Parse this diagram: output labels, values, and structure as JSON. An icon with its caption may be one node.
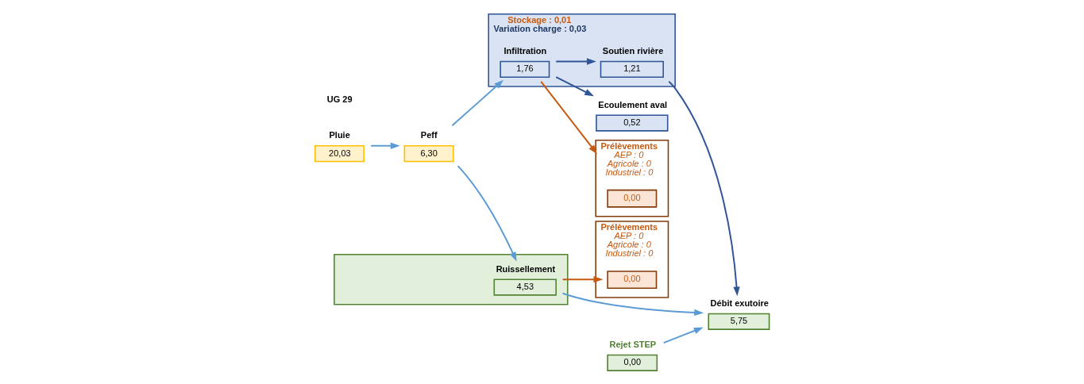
{
  "diagram": {
    "nodes": [
      {
        "text": [
          "Pluie",
          "20,03"
        ]
      },
      {
        "text": [
          "Peff",
          "6,30"
        ]
      },
      {
        "text": [
          "Rejet STEP",
          "0,00"
        ]
      },
      {
        "text": [
          "Prélèvements",
          "AEP : 0",
          "Agricole : 0",
          "Industriel : 0"
        ]
      },
      {
        "text": [
          "0,00"
        ],
        "in": 3
      },
      {
        "text": [],
        "shape": "box"
      },
      {
        "text": [
          "Ruissellement",
          "4,53"
        ],
        "in": 5
      },
      {
        "text": [
          "Débit exutoire",
          "5,75"
        ]
      },
      {
        "text": [
          "Stockage : 0,01",
          "Variation charge : 0,03"
        ]
      },
      {
        "text": [
          "Infiltration",
          "1,76"
        ],
        "in": 8
      },
      {
        "text": [
          "Soutien rivière",
          "1,21"
        ],
        "in": 8
      },
      {
        "text": [
          "Ecoulement aval",
          "0,52"
        ]
      },
      {
        "text": [
          "Prélèvements",
          "AEP : 0",
          "Agricole : 0",
          "Industriel : 0"
        ]
      },
      {
        "text": [
          "0,00"
        ],
        "in": 12
      }
    ],
    "edges": [
      {
        "from": 0,
        "to": 1,
        "arrow": "to"
      },
      {
        "from": 1,
        "to": 6,
        "arrow": "to"
      },
      {
        "from": 1,
        "to": 9,
        "arrow": "to"
      },
      {
        "from": 2,
        "to": 7,
        "arrow": "to"
      },
      {
        "from": 6,
        "to": 7,
        "arrow": "to"
      },
      {
        "from": 6,
        "to": 4,
        "arrow": "to",
        "color": "#c55a11"
      },
      {
        "from": 9,
        "to": 11,
        "arrow": "to",
        "color": "#2f5597"
      },
      {
        "from": 9,
        "to": 10,
        "arrow": "to",
        "color": "#2f5597"
      },
      {
        "from": 10,
        "to": 7,
        "arrow": "to",
        "color": "#2f5597"
      },
      {
        "from": 9,
        "to": 12,
        "arrow": "to",
        "color": "#c55a11"
      }
    ],
    "labels": [
      "UG 29"
    ]
  }
}
